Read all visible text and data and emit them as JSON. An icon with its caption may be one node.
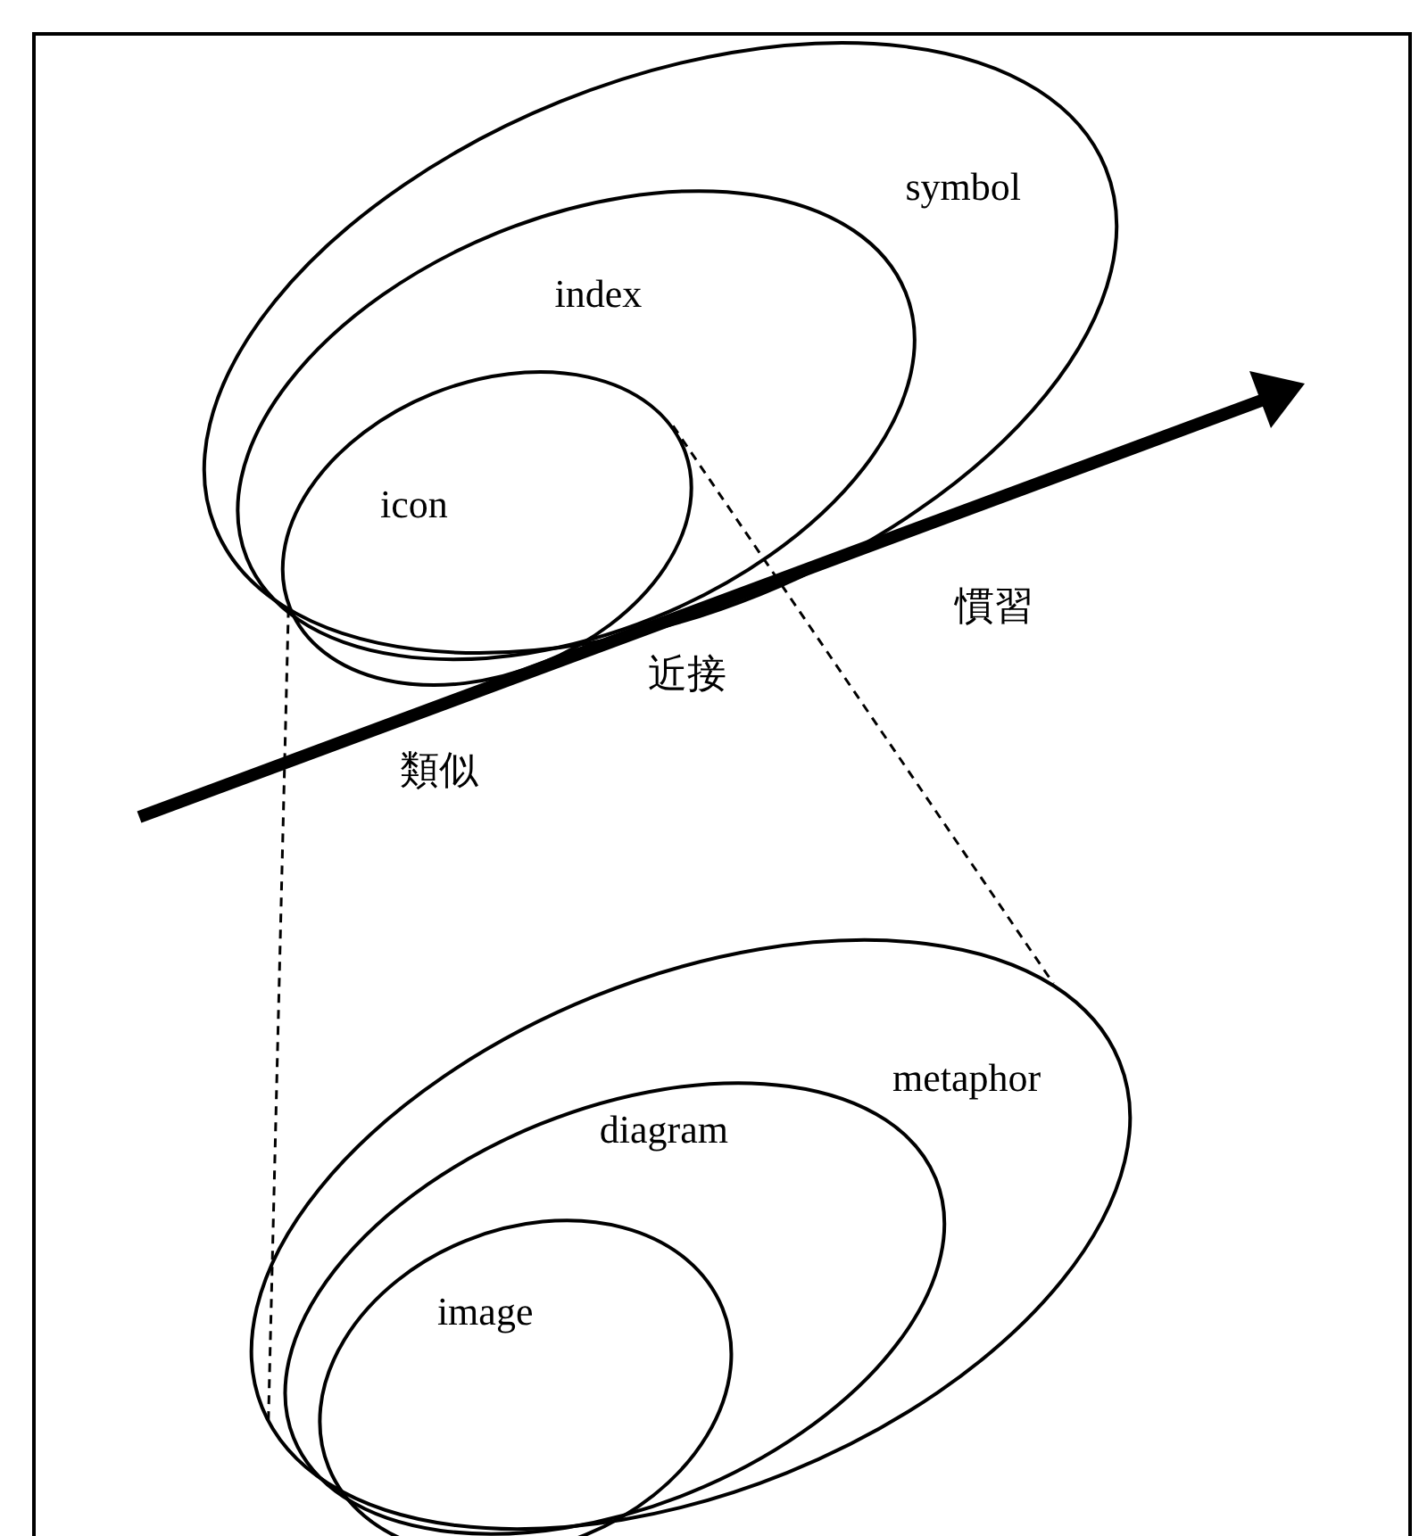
{
  "diagram": {
    "nodes": [
      {
        "text": [
          "symbol"
        ]
      },
      {
        "text": [
          "index"
        ],
        "in": 0
      },
      {
        "text": [
          "icon"
        ],
        "in": 1
      },
      {
        "text": [
          "metaphor"
        ]
      },
      {
        "text": [
          "diagram"
        ],
        "in": 3
      },
      {
        "text": [
          "image"
        ],
        "in": 4
      }
    ],
    "edges": [
      {
        "from": 2,
        "to": 3,
        "arrow": "none",
        "style": "dashed"
      },
      {
        "from": 2,
        "to": 3,
        "arrow": "none",
        "style": "dashed"
      }
    ],
    "labels": [
      "慣習",
      "近接",
      "類似"
    ]
  }
}
